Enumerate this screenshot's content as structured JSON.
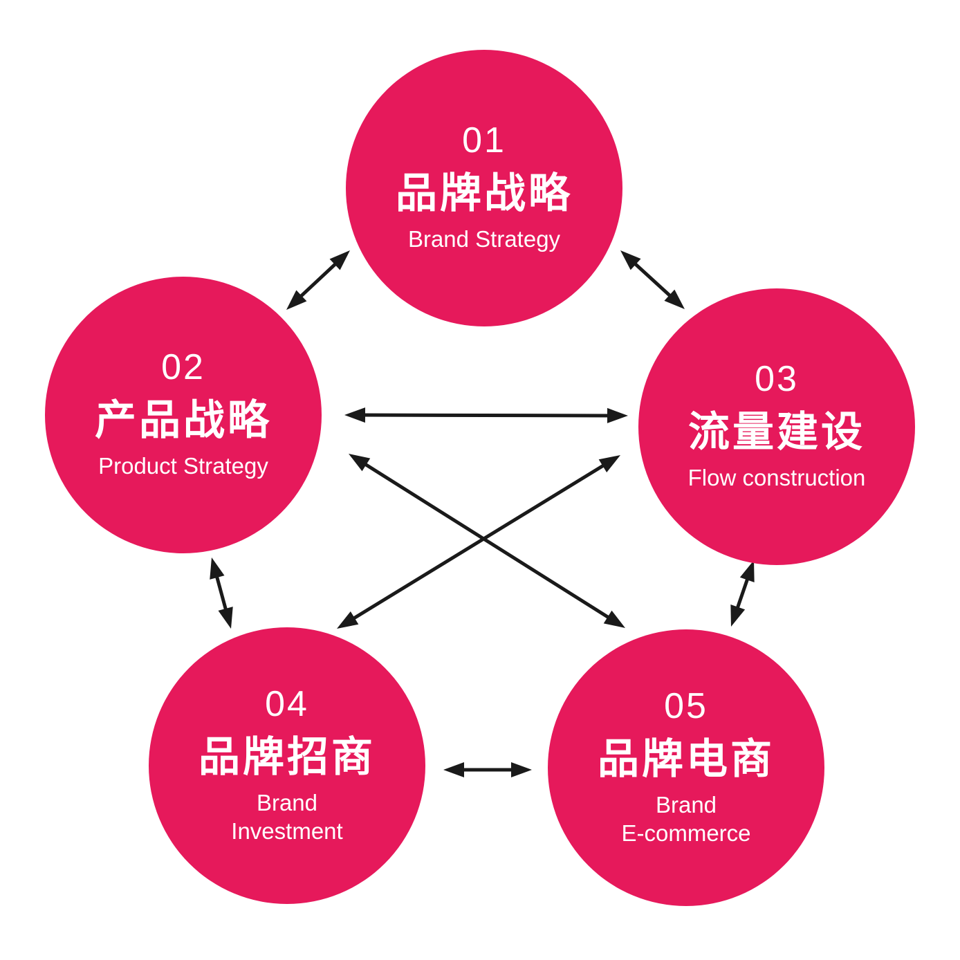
{
  "diagram": {
    "colors": {
      "circle": "#E6195B",
      "arrow": "#1a1a1a",
      "background": "#ffffff",
      "text": "#ffffff"
    },
    "nodes": [
      {
        "id": "01",
        "number": "01",
        "title": "品牌战略",
        "subtitle": "Brand Strategy"
      },
      {
        "id": "02",
        "number": "02",
        "title": "产品战略",
        "subtitle": "Product Strategy"
      },
      {
        "id": "03",
        "number": "03",
        "title": "流量建设",
        "subtitle": "Flow construction"
      },
      {
        "id": "04",
        "number": "04",
        "title": "品牌招商",
        "subtitle": "Brand\nInvestment"
      },
      {
        "id": "05",
        "number": "05",
        "title": "品牌电商",
        "subtitle": "Brand\nE-commerce"
      }
    ],
    "connections": [
      {
        "from": "01",
        "to": "02",
        "bidirectional": true
      },
      {
        "from": "01",
        "to": "03",
        "bidirectional": true
      },
      {
        "from": "02",
        "to": "03",
        "bidirectional": true
      },
      {
        "from": "02",
        "to": "04",
        "bidirectional": true
      },
      {
        "from": "03",
        "to": "05",
        "bidirectional": true
      },
      {
        "from": "02",
        "to": "05",
        "bidirectional": true
      },
      {
        "from": "04",
        "to": "03",
        "bidirectional": true
      },
      {
        "from": "04",
        "to": "05",
        "bidirectional": true
      }
    ]
  }
}
